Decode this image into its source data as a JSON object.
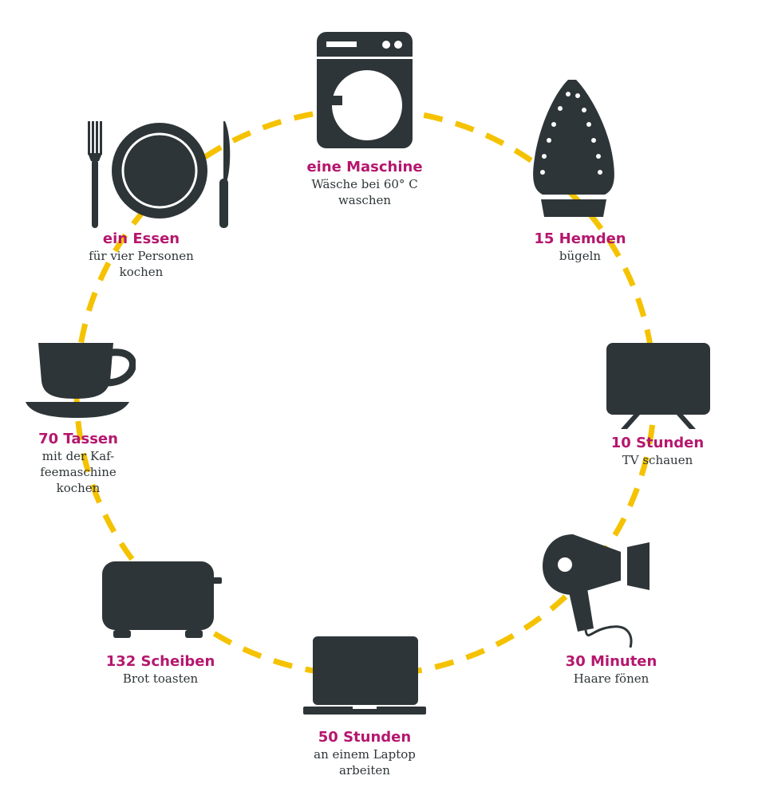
{
  "colors": {
    "icon": "#2e3538",
    "accent": "#b5176e",
    "ring": "#f5c200",
    "text": "#2e3538",
    "background": "#ffffff"
  },
  "items": [
    {
      "id": "washing-machine",
      "icon": "washing-machine-icon",
      "value": "eine Maschine",
      "description": "Wäsche bei 60° C\nwaschen"
    },
    {
      "id": "iron",
      "icon": "iron-icon",
      "value": "15 Hemden",
      "description": "bügeln"
    },
    {
      "id": "tv",
      "icon": "tv-icon",
      "value": "10 Stunden",
      "description": "TV schauen"
    },
    {
      "id": "hairdryer",
      "icon": "hairdryer-icon",
      "value": "30 Minuten",
      "description": "Haare fönen"
    },
    {
      "id": "laptop",
      "icon": "laptop-icon",
      "value": "50 Stunden",
      "description": "an einem Laptop\narbeiten"
    },
    {
      "id": "toaster",
      "icon": "toaster-icon",
      "value": "132 Scheiben",
      "description": "Brot toasten"
    },
    {
      "id": "coffee",
      "icon": "coffee-cup-icon",
      "value": "70 Tassen",
      "description": "mit der Kaf-\nfeemaschine\nkochen"
    },
    {
      "id": "meal",
      "icon": "plate-cutlery-icon",
      "value": "ein Essen",
      "description": "für vier Personen\nkochen"
    }
  ]
}
